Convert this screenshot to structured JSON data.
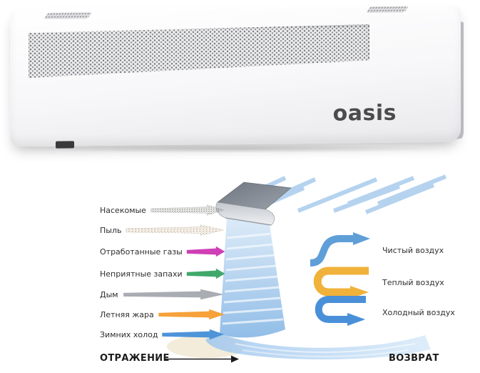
{
  "product": {
    "logo": "oasis"
  },
  "diagram": {
    "left_rows": [
      {
        "label": "Насекомые",
        "color": "#4e5347"
      },
      {
        "label": "Пыль",
        "color": "#b2906a"
      },
      {
        "label": "Отработанные газы",
        "color": "#cf3fb5"
      },
      {
        "label": "Неприятные запахи",
        "color": "#41a86b"
      },
      {
        "label": "Дым",
        "color": "#a9adb3"
      },
      {
        "label": "Летняя жара",
        "color": "#f6a13b"
      },
      {
        "label": "Зимних холод",
        "color": "#4e94d8"
      }
    ],
    "right_rows": [
      {
        "label": "Чистый воздух",
        "color": "#5f9fd8"
      },
      {
        "label": "Теплый воздух",
        "color": "#f0b23a"
      },
      {
        "label": "Холодный воздух",
        "color": "#4a90d9"
      }
    ],
    "bottom_left_label": "ОТРАЖЕНИЕ",
    "bottom_right_label": "ВОЗВРАТ"
  }
}
